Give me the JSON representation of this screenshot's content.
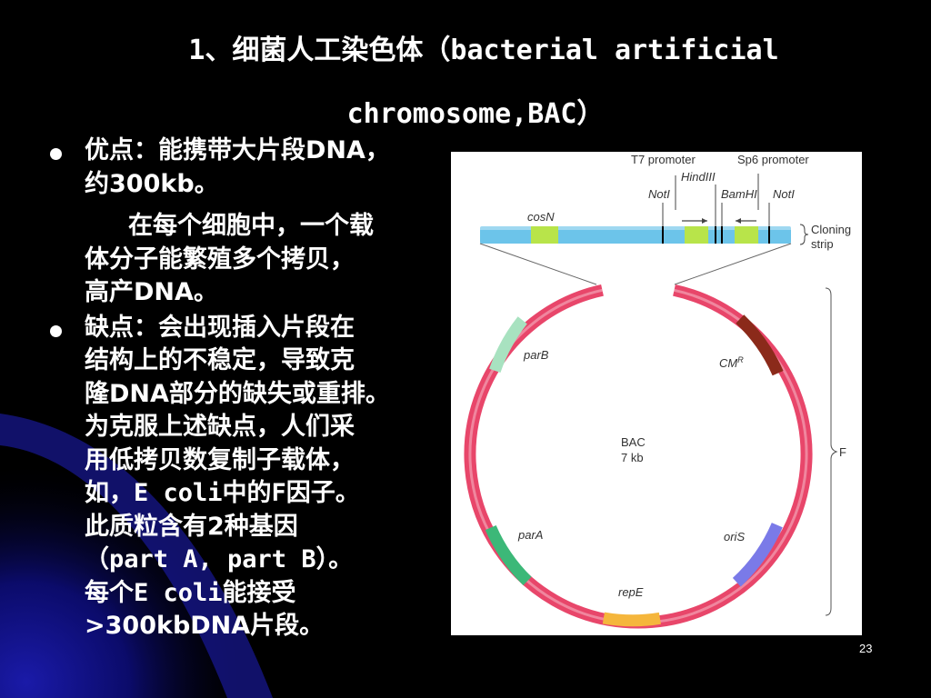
{
  "slide": {
    "title_line1": "1、细菌人工染色体（bacterial artificial",
    "title_line2": "chromosome,BAC）",
    "page_number": "23"
  },
  "bullets": [
    {
      "paragraphs": [
        [
          "优点：能携带大片段DNA，",
          "约300kb。"
        ],
        [
          "在每个细胞中，一个载",
          "体分子能繁殖多个拷贝，",
          "高产DNA。"
        ]
      ]
    },
    {
      "paragraphs": [
        [
          "缺点：会出现插入片段在",
          "结构上的不稳定，导致克",
          "隆DNA部分的缺失或重排。",
          "为克服上述缺点，人们采",
          "用低拷贝数复制子载体，",
          "如，E coli中的F因子。",
          "此质粒含有2种基因",
          "（part A,  part B）。",
          "每个E coli能接受",
          ">300kbDNA片段。"
        ]
      ]
    }
  ],
  "diagram": {
    "labels": {
      "t7_promoter": "T7 promoter",
      "sp6_promoter": "Sp6 promoter",
      "hindiii": "HindIII",
      "noti_left": "NotI",
      "bamhi": "BamHI",
      "noti_right": "NotI",
      "cosn": "cosN",
      "cloning": "Cloning",
      "strip": "strip",
      "parb": "parB",
      "cmr": "CM",
      "cmr_sup": "R",
      "bac": "BAC",
      "size": "7 kb",
      "f": "F",
      "para": "parA",
      "oris": "oriS",
      "repe": "repE"
    },
    "colors": {
      "ring": "#e8466a",
      "strip": "#6cc4ea",
      "cosn": "#b8e44a",
      "parb": "#a8e2c0",
      "cmr": "#8b2a1a",
      "para": "#3cb878",
      "oris": "#7a7ae8",
      "repe": "#f5b63c"
    }
  }
}
